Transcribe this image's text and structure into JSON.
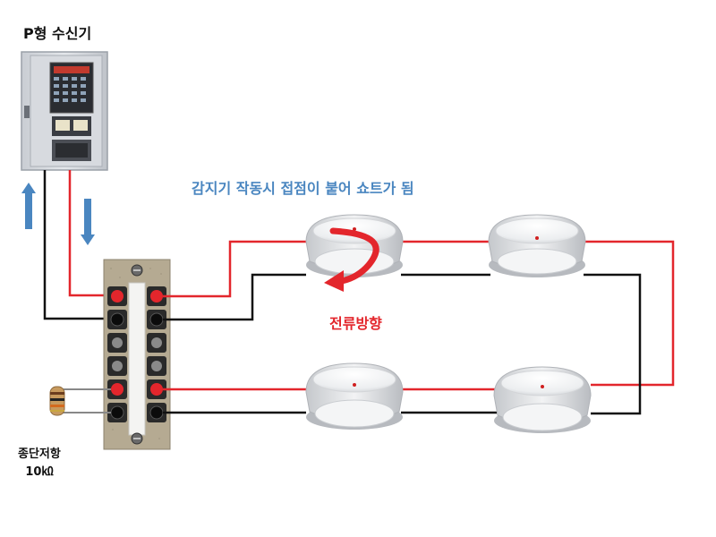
{
  "labels": {
    "receiver_title": "P형 수신기",
    "detector_note": "감지기 작동시 접점이 붙어 쇼트가 됨",
    "current_direction": "전류방향",
    "end_resistor": "종단저항",
    "end_resistor_value": "10㏀"
  },
  "colors": {
    "wire_signal": "#e3262c",
    "wire_common": "#111111",
    "arrow_blue": "#4a86c0",
    "note_text": "#4a86c0",
    "flow_text": "#e3262c"
  },
  "icons": [
    "receiver-panel-icon",
    "terminal-block-icon",
    "detector-icon",
    "resistor-icon",
    "arrow-up-icon",
    "arrow-down-icon",
    "current-arrow-icon"
  ]
}
